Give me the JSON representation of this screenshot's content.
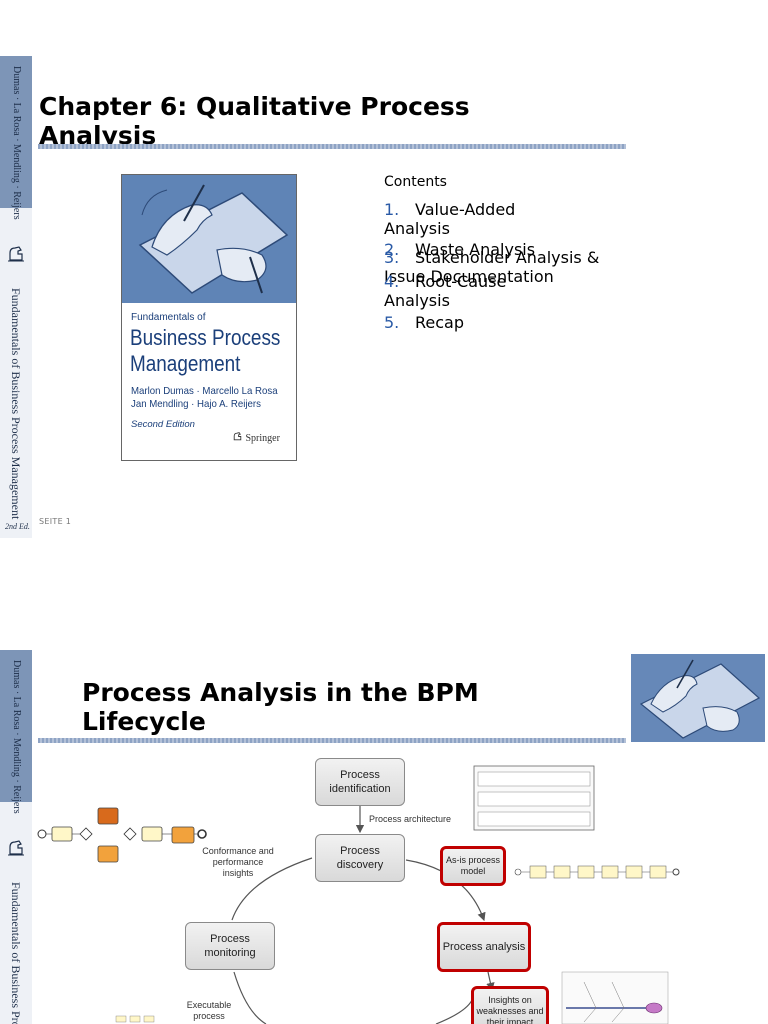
{
  "slide1": {
    "title": "Chapter 6: Qualitative Process Analysis",
    "sidebar": {
      "authors": "Dumas · La Rosa · Mendling · Reijers",
      "book_title": "Fundamentals of Business Process Management",
      "edition": "2nd Ed."
    },
    "book": {
      "series": "Fundamentals of",
      "title_line1": "Business Process",
      "title_line2": "Management",
      "authors_line1": "Marlon Dumas · Marcello La Rosa",
      "authors_line2": "Jan Mendling · Hajo A. Reijers",
      "edition": "Second Edition",
      "publisher": "Springer"
    },
    "contents": {
      "heading": "Contents",
      "items": [
        {
          "num": "1.",
          "label": "Value-Added Analysis"
        },
        {
          "num": "2.",
          "label": "Waste Analysis"
        },
        {
          "num": "3.",
          "label": "Stakeholder Analysis & Issue Documentation"
        },
        {
          "num": "4.",
          "label": "Root-Cause Analysis"
        },
        {
          "num": "5.",
          "label": "Recap"
        }
      ]
    },
    "page_label": "SEITE 1"
  },
  "slide2": {
    "title": "Process Analysis in the BPM Lifecycle",
    "sidebar": {
      "authors": "Dumas · La Rosa · Mendling · Reijers",
      "book_title": "Fundamentals of Business Process"
    },
    "diagram": {
      "boxes": {
        "identification": "Process identification",
        "discovery": "Process discovery",
        "analysis": "Process analysis",
        "monitoring": "Process monitoring",
        "asis": "As-is process model",
        "insights": "Insights on weaknesses and their impact"
      },
      "labels": {
        "architecture": "Process architecture",
        "conformance": "Conformance and performance insights",
        "executable": "Executable process"
      }
    }
  },
  "colors": {
    "sidebar_dark": "#7d95b7",
    "sidebar_light": "#eef1f6",
    "accent_number": "#2a5aa6",
    "book_text": "#1b3f7a",
    "highlight_red": "#c00000"
  }
}
